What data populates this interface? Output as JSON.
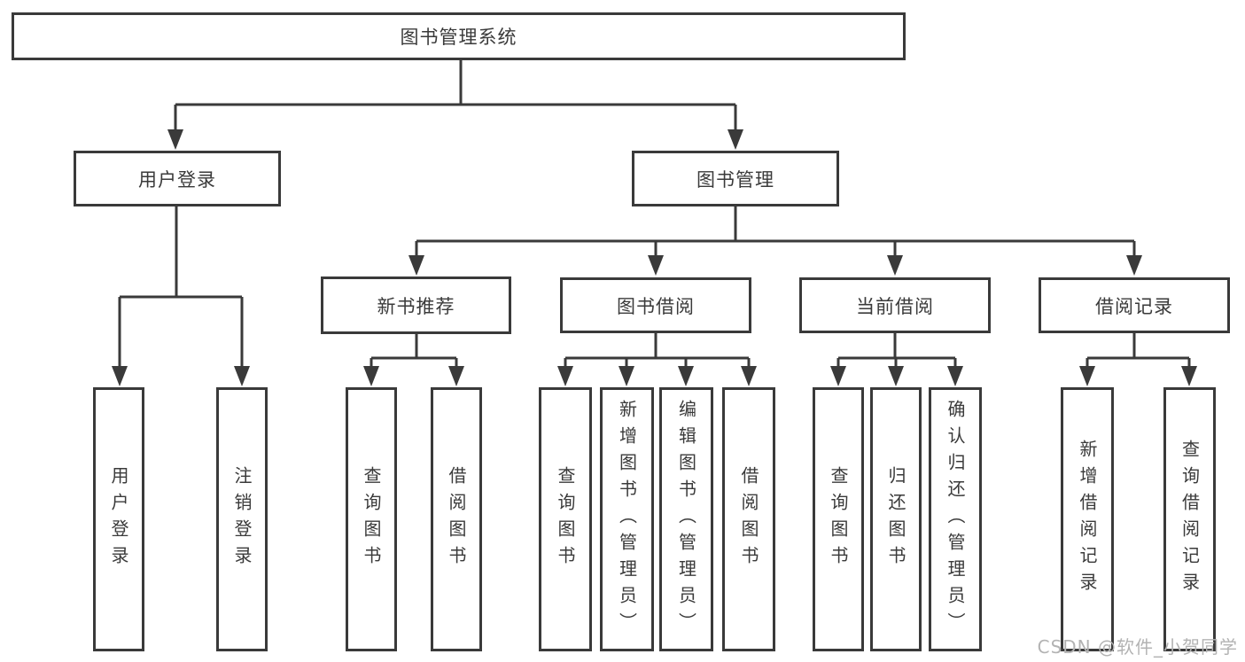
{
  "tree": {
    "label": "图书管理系统",
    "children": [
      {
        "label": "用户登录",
        "children": [
          {
            "label": "用户登录"
          },
          {
            "label": "注销登录"
          }
        ]
      },
      {
        "label": "图书管理",
        "children": [
          {
            "label": "新书推荐",
            "children": [
              {
                "label": "查询图书"
              },
              {
                "label": "借阅图书"
              }
            ]
          },
          {
            "label": "图书借阅",
            "children": [
              {
                "label": "查询图书"
              },
              {
                "label": "新增图书（管理员）"
              },
              {
                "label": "编辑图书（管理员）"
              },
              {
                "label": "借阅图书"
              }
            ]
          },
          {
            "label": "当前借阅",
            "children": [
              {
                "label": "查询图书"
              },
              {
                "label": "归还图书"
              },
              {
                "label": "确认归还（管理员）"
              }
            ]
          },
          {
            "label": "借阅记录",
            "children": [
              {
                "label": "新增借阅记录"
              },
              {
                "label": "查询借阅记录"
              }
            ]
          }
        ]
      }
    ]
  },
  "watermark": {
    "text": "CSDN @软件_小贺同学"
  },
  "colors": {
    "line": "#3a3a3a",
    "text": "#3a3a3a",
    "watermark": "#b3b3b3",
    "background": "#ffffff"
  }
}
